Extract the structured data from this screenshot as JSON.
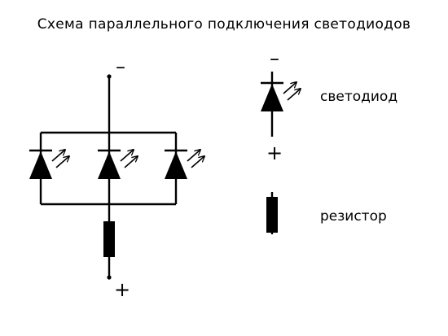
{
  "title": "Схема параллельного подключения светодиодов",
  "circuit": {
    "top_terminal_sign": "–",
    "bottom_terminal_sign": "+",
    "led_count": 3
  },
  "legend": {
    "led": {
      "top_sign": "–",
      "bottom_sign": "+",
      "label": "светодиод"
    },
    "resistor": {
      "label": "резистор"
    }
  },
  "colors": {
    "line": "#000000",
    "background": "#ffffff"
  }
}
